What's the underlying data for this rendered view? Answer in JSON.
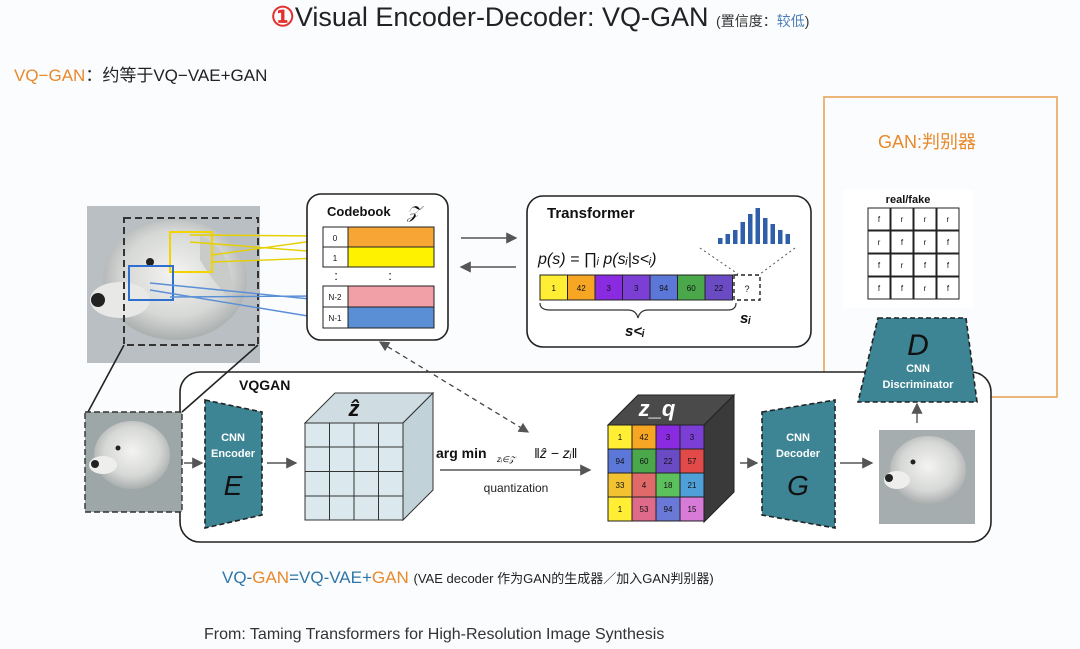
{
  "title": {
    "number": "①",
    "text": "Visual Encoder-Decoder: VQ-GAN",
    "confidence_open": "(置信度：",
    "confidence_value": "较低",
    "confidence_close": ")"
  },
  "subtitle": {
    "term": "VQ−GAN",
    "text": "：约等于VQ−VAE+GAN"
  },
  "gan_label": "GAN:判别器",
  "codebook": {
    "label": "Codebook",
    "symbol": "𝒵",
    "rows": [
      "0",
      "1",
      "N-2",
      "N-1"
    ],
    "ellipsis": ":"
  },
  "transformer": {
    "label": "Transformer",
    "formula": "p(s) = ∏ᵢ p(sᵢ|s<ᵢ)",
    "tokens": [
      "1",
      "42",
      "3",
      "3",
      "94",
      "60",
      "22"
    ],
    "unknown": "?",
    "s_less": "s<ᵢ",
    "s_i": "sᵢ"
  },
  "discriminator": {
    "title": "real/fake",
    "cell": "f",
    "grid_cells": [
      "f",
      "r",
      "r",
      "r",
      "r",
      "f",
      "r",
      "f",
      "f",
      "r",
      "f",
      "f",
      "f",
      "f",
      "r",
      "f"
    ],
    "symbol": "D",
    "line1": "CNN",
    "line2": "Discriminator"
  },
  "vqgan": {
    "label": "VQGAN",
    "encoder": {
      "line1": "CNN",
      "line2": "Encoder",
      "symbol": "E"
    },
    "decoder": {
      "line1": "CNN",
      "line2": "Decoder",
      "symbol": "G"
    },
    "z_hat": "ẑ",
    "z_q": "z_q",
    "argmin": "arg min",
    "argmin_sub": "zᵢ∈𝒵",
    "argmin_rest": "‖ẑ − zᵢ‖",
    "quantization": "quantization",
    "zq_grid": [
      "1",
      "42",
      "3",
      "3",
      "94",
      "60",
      "22",
      "57",
      "33",
      "4",
      "18",
      "21",
      "1",
      "53",
      "94",
      "15"
    ]
  },
  "formula": {
    "vq": "VQ-",
    "gan1": "GAN",
    "eq": "=VQ-VAE+",
    "gan2": "GAN",
    "note": "(VAE decoder 作为GAN的生成器／加入GAN判别器)"
  },
  "source": "From: Taming Transformers for High-Resolution Image Synthesis",
  "colors": {
    "codebook_orange": "#f7a535",
    "codebook_yellow": "#fef200",
    "codebook_pink": "#f0a0a6",
    "codebook_blue": "#5a8fd6",
    "encoder_teal": "#3d8595",
    "gan_orange": "#e8892b",
    "vq_blue": "#2f75a8",
    "token_colors": [
      "#ffee33",
      "#f6a623",
      "#8a2be2",
      "#7b3fd6",
      "#5b77d8",
      "#4aa84a",
      "#6a4bc4"
    ],
    "zq_colors": [
      "#ffee33",
      "#f6a623",
      "#8a2be2",
      "#7b3fd6",
      "#5b77d8",
      "#4aa84a",
      "#6a4bc4",
      "#e24a4a",
      "#f2c230",
      "#e06a6a",
      "#5cc05c",
      "#4fa0d8",
      "#ffee33",
      "#e06a8a",
      "#6a78d8",
      "#d87ad8"
    ]
  },
  "icons": {
    "dog_large": "dog-photo",
    "dog_small": "dog-thumbnail",
    "dog_output": "dog-reconstruction"
  }
}
